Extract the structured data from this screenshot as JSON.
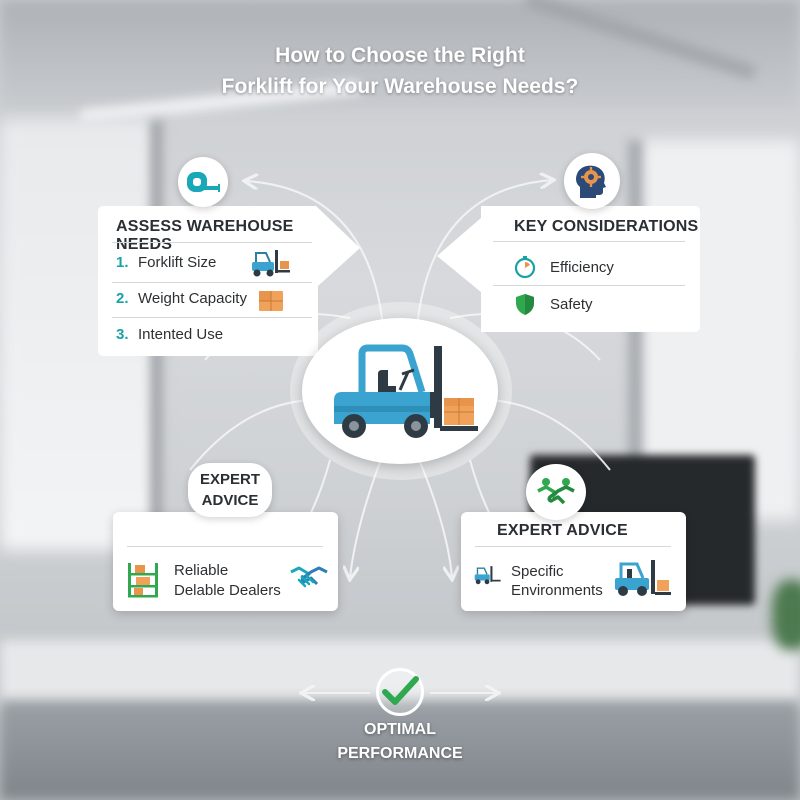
{
  "title": {
    "line1": "How to Choose the Right",
    "line2": "Forklift for Your Warehouse Needs?"
  },
  "assess": {
    "heading": "ASSESS WAREHOUSE NEEDS",
    "items": [
      {
        "num": "1.",
        "label": "Forklift Size",
        "icon": "mini-forklift-icon"
      },
      {
        "num": "2.",
        "label": "Weight Capacity",
        "icon": "box-icon"
      },
      {
        "num": "3.",
        "label": "Intented Use",
        "icon": ""
      }
    ],
    "top_icon": "tape-measure-icon"
  },
  "considerations": {
    "heading": "KEY CONSIDERATIONS",
    "items": [
      {
        "label": "Efficiency",
        "icon": "stopwatch-icon"
      },
      {
        "label": "Safety",
        "icon": "shield-icon"
      }
    ],
    "top_icon": "head-gear-icon"
  },
  "expert_left": {
    "badge_line1": "EXPERT",
    "badge_line2": "ADVICE",
    "line1": "Reliable",
    "line2": "Delable Dealers",
    "icons": [
      "shelving-icon",
      "handshake-icon"
    ]
  },
  "expert_right": {
    "heading": "EXPERT ADVICE",
    "line1": "Specific",
    "line2": "Environments",
    "top_icon": "handshake-icon",
    "icons": [
      "mini-forklift-icon",
      "forklift-icon"
    ]
  },
  "center": {
    "icon": "forklift-icon"
  },
  "bottom": {
    "line1": "OPTIMAL",
    "line2": "PERFORMANCE",
    "icon": "checkmark-icon"
  },
  "colors": {
    "teal": "#17a2a6",
    "forklift_blue": "#3aa3cf",
    "orange": "#e8944a",
    "green": "#2fa84f",
    "title_white": "#ffffff"
  }
}
